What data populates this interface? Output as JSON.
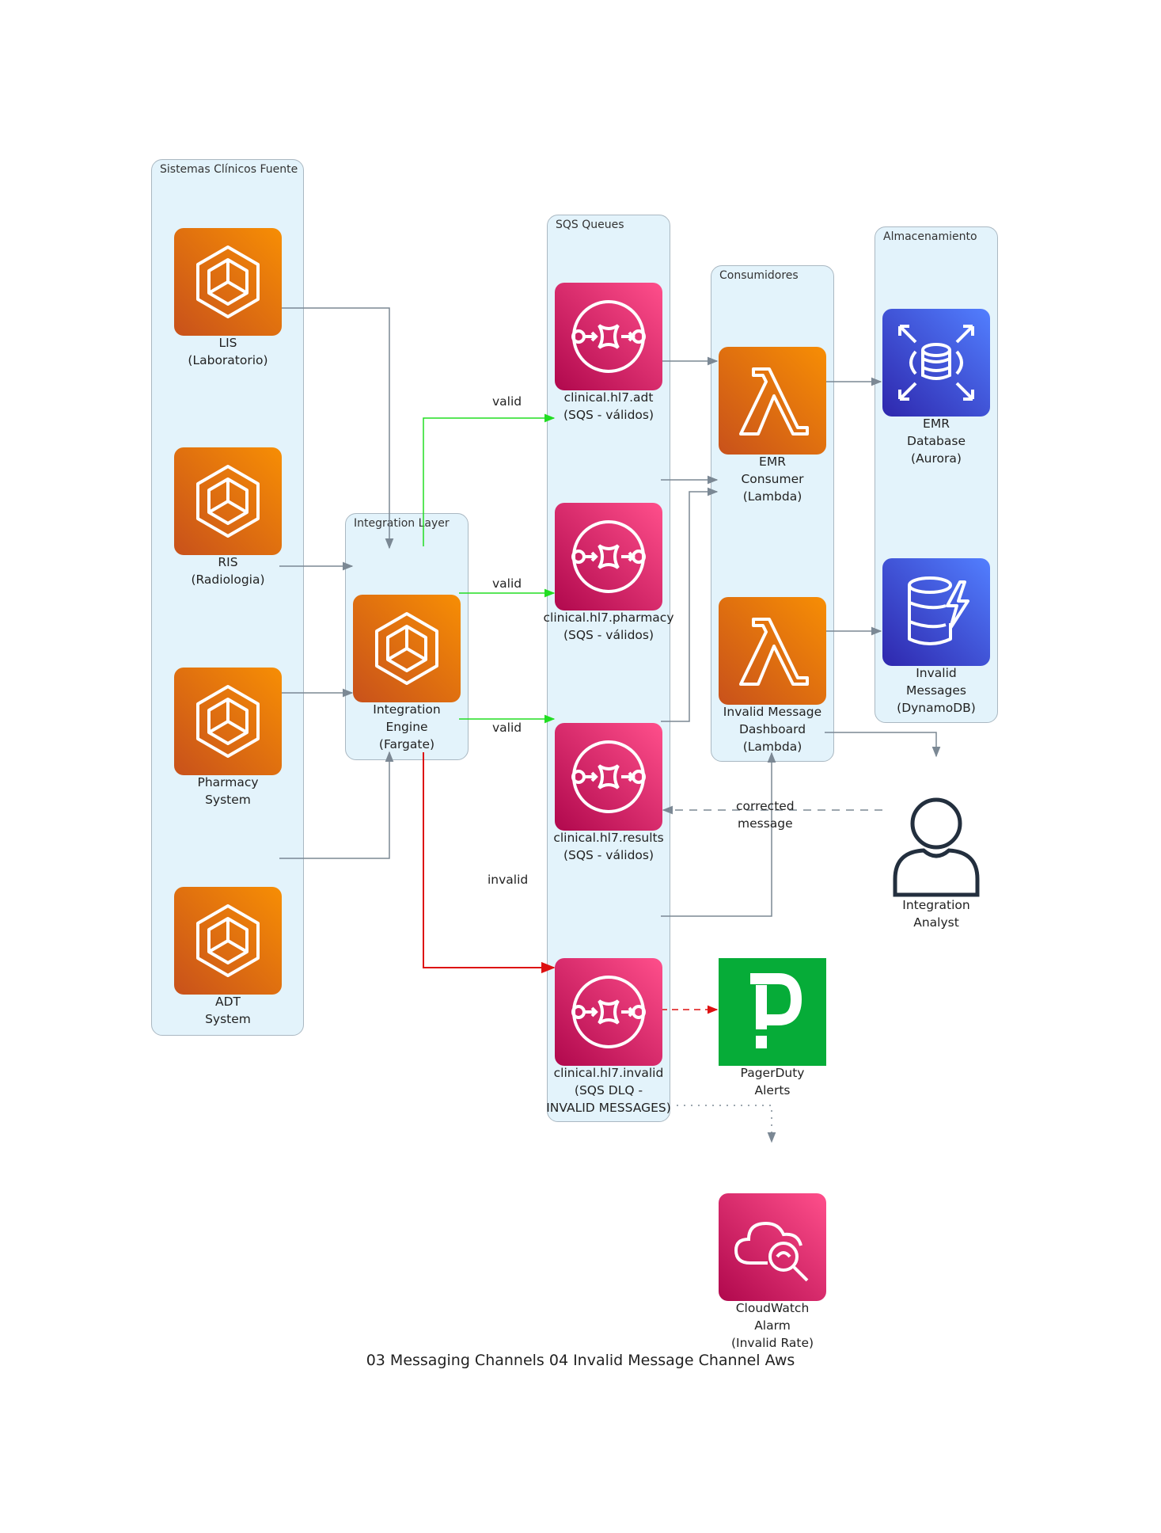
{
  "title": "03 Messaging Channels 04 Invalid Message Channel Aws",
  "clusters": {
    "sources": "Sistemas Clínicos Fuente",
    "integration": "Integration Layer",
    "queues": "SQS Queues",
    "consumers": "Consumidores",
    "storage": "Almacenamiento"
  },
  "nodes": {
    "lis": [
      "LIS",
      "(Laboratorio)"
    ],
    "ris": [
      "RIS",
      "(Radiologia)"
    ],
    "pharmacy": [
      "Pharmacy",
      "System"
    ],
    "adt": [
      "ADT",
      "System"
    ],
    "engine": [
      "Integration",
      "Engine",
      "(Fargate)"
    ],
    "q_adt": [
      "clinical.hl7.adt",
      "(SQS - válidos)"
    ],
    "q_pharmacy": [
      "clinical.hl7.pharmacy",
      "(SQS - válidos)"
    ],
    "q_results": [
      "clinical.hl7.results",
      "(SQS - válidos)"
    ],
    "q_invalid": [
      "clinical.hl7.invalid",
      "(SQS DLQ -",
      "INVALID MESSAGES)"
    ],
    "emr_consumer": [
      "EMR",
      "Consumer",
      "(Lambda)"
    ],
    "dashboard": [
      "Invalid Message",
      "Dashboard",
      "(Lambda)"
    ],
    "emr_db": [
      "EMR",
      "Database",
      "(Aurora)"
    ],
    "invalid_db": [
      "Invalid",
      "Messages",
      "(DynamoDB)"
    ],
    "analyst": [
      "Integration",
      "Analyst"
    ],
    "pagerduty": [
      "PagerDuty",
      "Alerts"
    ],
    "cloudwatch": [
      "CloudWatch",
      "Alarm",
      "(Invalid Rate)"
    ]
  },
  "edges": {
    "valid_1": "valid",
    "valid_2": "valid",
    "valid_3": "valid",
    "invalid": "invalid",
    "corrected": [
      "corrected",
      "message"
    ]
  },
  "icons": {
    "ec2": "ecs-container-icon",
    "sqs": "sqs-queue-icon",
    "lambda": "lambda-icon",
    "rds": "aurora-database-icon",
    "dynamo": "dynamodb-icon",
    "user": "user-icon",
    "pagerduty": "pagerduty-icon",
    "cloudwatch": "cloudwatch-icon"
  },
  "colors": {
    "valid_edge": "#22dd22",
    "invalid_edge": "#dd1111",
    "default_edge": "#7b8894",
    "cluster_fill": "#e3f3fb"
  }
}
